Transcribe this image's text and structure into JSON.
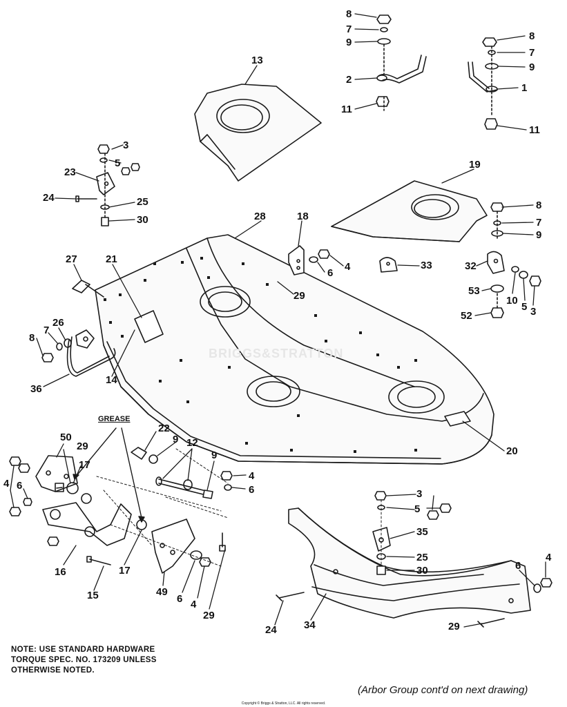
{
  "diagram": {
    "watermark": "BRIGGS&STRATTON",
    "grease_label": "GREASE",
    "note_lines": [
      "NOTE:  USE STANDARD HARDWARE",
      "TORQUE SPEC. NO. 173209 UNLESS",
      "OTHERWISE NOTED."
    ],
    "continued": "(Arbor Group cont'd on next drawing)",
    "copyright": "Copyright © Briggs & Stratton, LLC. All rights reserved.",
    "callouts": {
      "c8a": "8",
      "c7a": "7",
      "c9a": "9",
      "c2": "2",
      "c11a": "11",
      "c8b": "8",
      "c7b": "7",
      "c9b": "9",
      "c1": "1",
      "c11b": "11",
      "c13": "13",
      "c3a": "3",
      "c5a": "5",
      "c23": "23",
      "c24a": "24",
      "c25a": "25",
      "c30a": "30",
      "c19": "19",
      "c8c": "8",
      "c7c": "7",
      "c9c": "9",
      "c28": "28",
      "c18": "18",
      "c4a": "4",
      "c6a": "6",
      "c33": "33",
      "c32": "32",
      "c53": "53",
      "c10": "10",
      "c5b": "5",
      "c3b": "3",
      "c52": "52",
      "c27": "27",
      "c21": "21",
      "c29a": "29",
      "c26": "26",
      "c8d": "8",
      "c7d": "7",
      "c36": "36",
      "c14": "14",
      "c20": "20",
      "c50": "50",
      "c29b": "29",
      "c17a": "17",
      "c4b": "4",
      "c6b": "6",
      "c22": "22",
      "c9d": "9",
      "c12": "12",
      "c9e": "9",
      "c4c": "4",
      "c6c": "6",
      "c16": "16",
      "c17b": "17",
      "c15": "15",
      "c49": "49",
      "c6d": "6",
      "c4d": "4",
      "c29c": "29",
      "c3c": "3",
      "c5c": "5",
      "c35": "35",
      "c25b": "25",
      "c30b": "30",
      "c24b": "24",
      "c34": "34",
      "c4e": "4",
      "c6e": "6",
      "c29d": "29"
    }
  }
}
